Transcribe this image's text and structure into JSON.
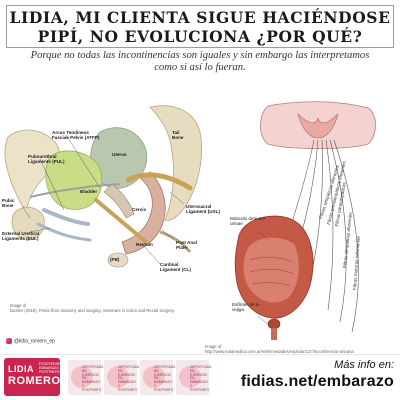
{
  "header": {
    "title_line1": "LIDIA, MI CLIENTA SIGUE HACIÉNDOSE",
    "title_line2": "PIPÍ, NO EVOLUCIONA ¿POR QUÉ?",
    "subtitle_line1": "Porque no todas las incontinencias son iguales y sin embargo las interpretamos",
    "subtitle_line2": "como si así lo fueran."
  },
  "pelvis_figure": {
    "labels": {
      "arcus": "Arcus Tendineus Fasciae Pelvis",
      "atfp": "(ATFP)",
      "pubourethral": "Pubourethral Ligaments (PUL)",
      "pubic_bone": "Pubic Bone",
      "external_urethral": "External Urethral Ligaments (EUL)",
      "bladder": "Bladder",
      "uterus": "Uterus",
      "tail_bone": "Tail Bone",
      "uterosacral": "Uterosacral Ligament (USL)",
      "cervix": "Cervix",
      "rectum": "Rectum",
      "post_anal": "Post Anal Plate",
      "cardinal": "Cardinal Ligament (CL)",
      "pb": "(PB)"
    },
    "credit_line1": "Image of",
    "credit_line2": "Dustinr (2016): Pelvic floor anatomy and imaging. Seminars in Colon and Rectal Surgery."
  },
  "bladder_figure": {
    "labels": {
      "musculo": "Músculo detrusor urinae",
      "esfinter": "Esfínter de la vejiga"
    },
    "fibers": [
      "Fibras simpáticas aferentes",
      "Fibras parasimpáticas aferentes",
      "Fibras parasimpáticas",
      "Fibras simpáticas eferentes",
      "Fibras motoras voluntarias"
    ],
    "credit_line1": "Image of",
    "credit_line2": "http://www.iusamedica.com.ar/enfermedades/explotar/127/incontinencia-urinaria"
  },
  "social": {
    "handle": "@lidia_romero_ep"
  },
  "footer": {
    "logo_line1": "LIDIA",
    "logo_line2": "ROMERO",
    "logo_tag": "FISIOTERAPIA EMBARAZO POSTPARTO",
    "badge_text": "CERTIFICADA EN EJERCICIO EN EMBARAZO Y POSTPARTO",
    "more_info": "Más info en:",
    "url": "fidias.net/embarazo"
  },
  "colors": {
    "brand": "#c8264f",
    "bladder": "#c8dd86",
    "uterus": "#b9c7ae",
    "bone": "#e8dcc0",
    "rectum": "#d9b0a0",
    "bladder_organ": "#c45a46"
  }
}
